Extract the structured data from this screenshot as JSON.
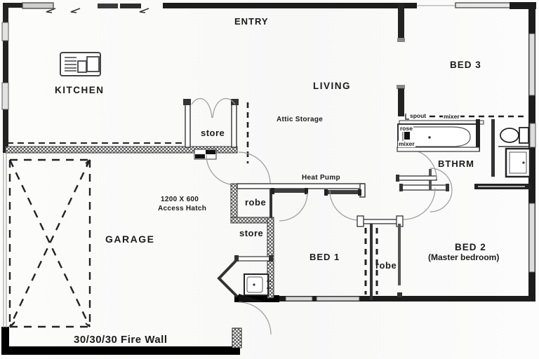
{
  "rooms": {
    "entry": "ENTRY",
    "kitchen": "KITCHEN",
    "living": "LIVING",
    "garage": "GARAGE",
    "bed1": "BED 1",
    "bed2": "BED 2",
    "bed2_note": "(Master bedroom)",
    "bed3": "BED 3",
    "bathroom": "BTHRM",
    "store_upper": "store",
    "store_hall": "store",
    "robe_hall": "robe",
    "robe_corridor": "robe"
  },
  "annotations": {
    "attic_storage": "Attic Storage",
    "heat_pump": "Heat Pump",
    "access_hatch_size": "1200 X 600",
    "access_hatch": "Access Hatch",
    "fire_wall": "30/30/30 Fire Wall",
    "spout": "spout",
    "mixer_top": "mixer",
    "rose": "rose",
    "mixer_side": "mixer"
  },
  "colors": {
    "ink": "#1c1c1c",
    "wall_fill": "#222222",
    "window_fill": "#e2e2e2",
    "door_arc": "#9a9a9a",
    "paper": "#fbfbfa"
  }
}
